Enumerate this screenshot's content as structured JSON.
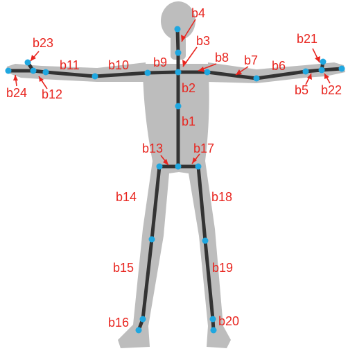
{
  "colors": {
    "silhouette": "#bdbdbd",
    "bone": "#333333",
    "joint": "#1fa7e0",
    "label": "#e8251f",
    "background": "#ffffff"
  },
  "labels": {
    "b1": "b1",
    "b2": "b2",
    "b3": "b3",
    "b4": "b4",
    "b5": "b5",
    "b6": "b6",
    "b7": "b7",
    "b8": "b8",
    "b9": "b9",
    "b10": "b10",
    "b11": "b11",
    "b12": "b12",
    "b13": "b13",
    "b14": "b14",
    "b15": "b15",
    "b16": "b16",
    "b17": "b17",
    "b18": "b18",
    "b19": "b19",
    "b20": "b20",
    "b21": "b21",
    "b22": "b22",
    "b23": "b23",
    "b24": "b24"
  }
}
